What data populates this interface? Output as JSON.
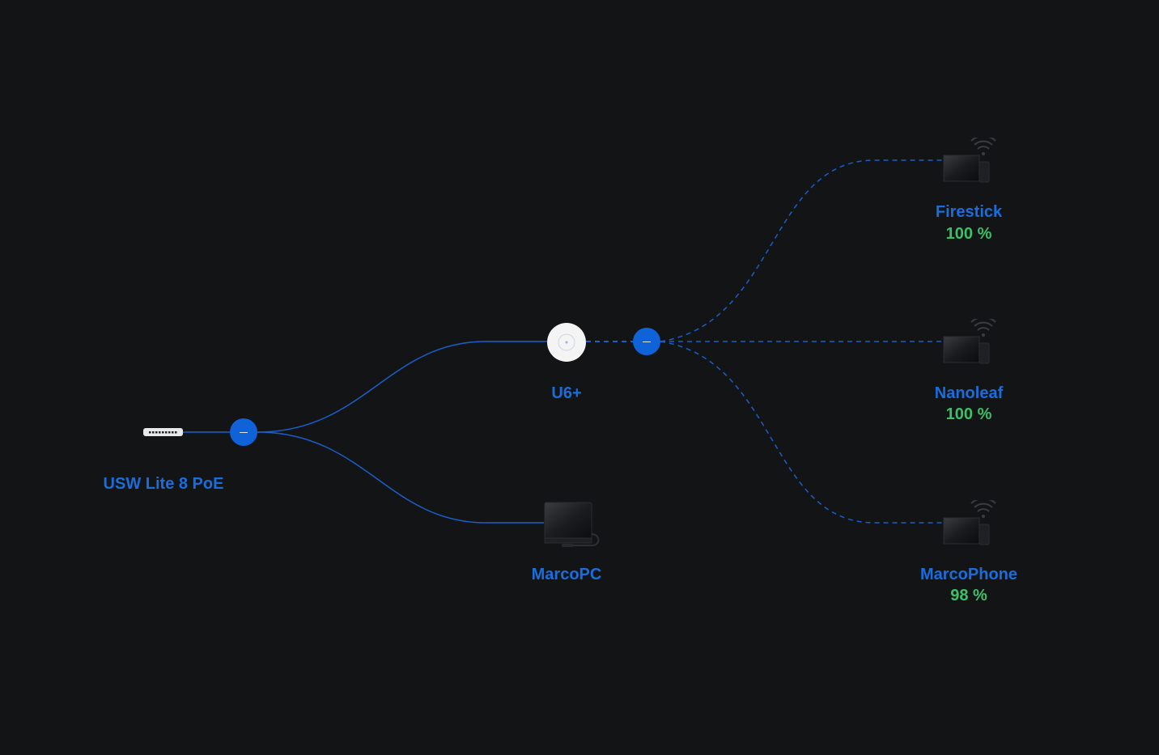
{
  "topology": {
    "nodes": {
      "switch": {
        "label": "USW Lite 8 PoE",
        "icon": "switch-icon"
      },
      "ap": {
        "label": "U6+",
        "icon": "access-point-icon"
      },
      "pc": {
        "label": "MarcoPC",
        "icon": "laptop-icon"
      },
      "firestick": {
        "label": "Firestick",
        "signal": "100 %",
        "icon": "wireless-client-icon"
      },
      "nanoleaf": {
        "label": "Nanoleaf",
        "signal": "100 %",
        "icon": "wireless-client-icon"
      },
      "phone": {
        "label": "MarcoPhone",
        "signal": "98 %",
        "icon": "wireless-client-icon"
      }
    },
    "colors": {
      "background": "#131416",
      "link": "#1a5fc9",
      "label": "#1a6ddb",
      "signal": "#3bc066",
      "button": "#0f62d8"
    }
  }
}
